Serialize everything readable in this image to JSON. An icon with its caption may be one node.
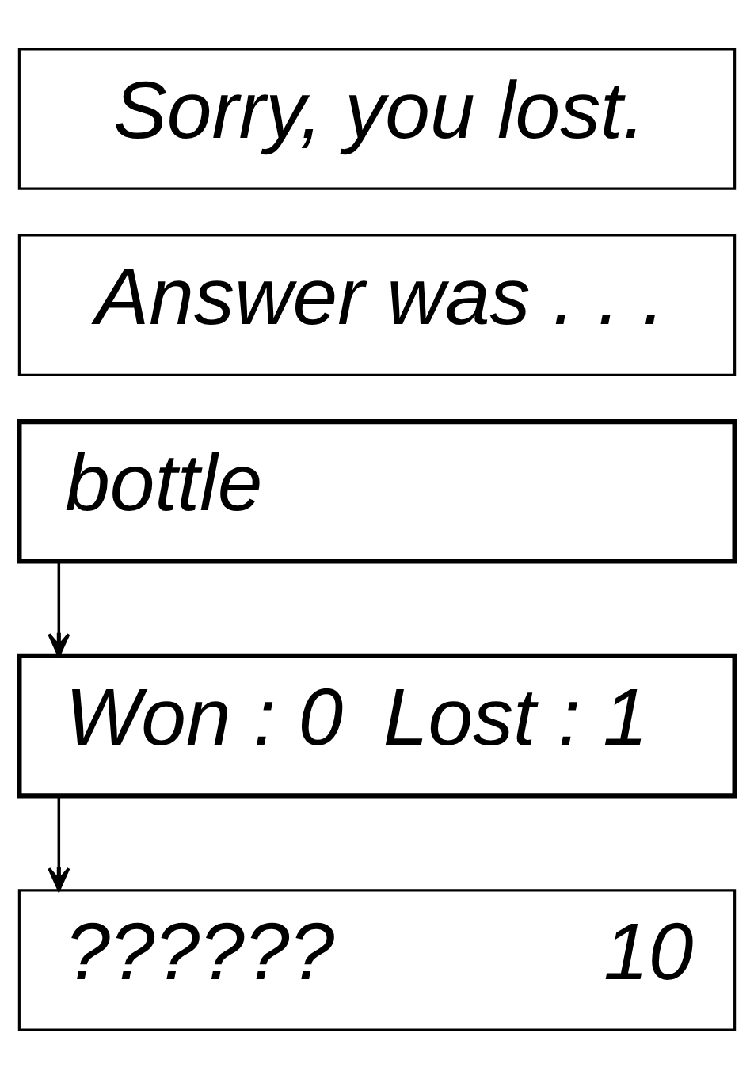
{
  "diagram": {
    "nodes": [
      {
        "text": [
          "Sorry, you lost."
        ]
      },
      {
        "text": [
          "Answer was . . ."
        ]
      },
      {
        "text": [
          "bottle"
        ]
      },
      {
        "text": [
          "Won : 0",
          "Lost : 1"
        ]
      },
      {
        "text": [
          "??????",
          "10"
        ]
      }
    ],
    "edges": [
      {
        "from": 2,
        "to": 3,
        "arrow": "to"
      },
      {
        "from": 3,
        "to": 4,
        "arrow": "to"
      }
    ]
  }
}
